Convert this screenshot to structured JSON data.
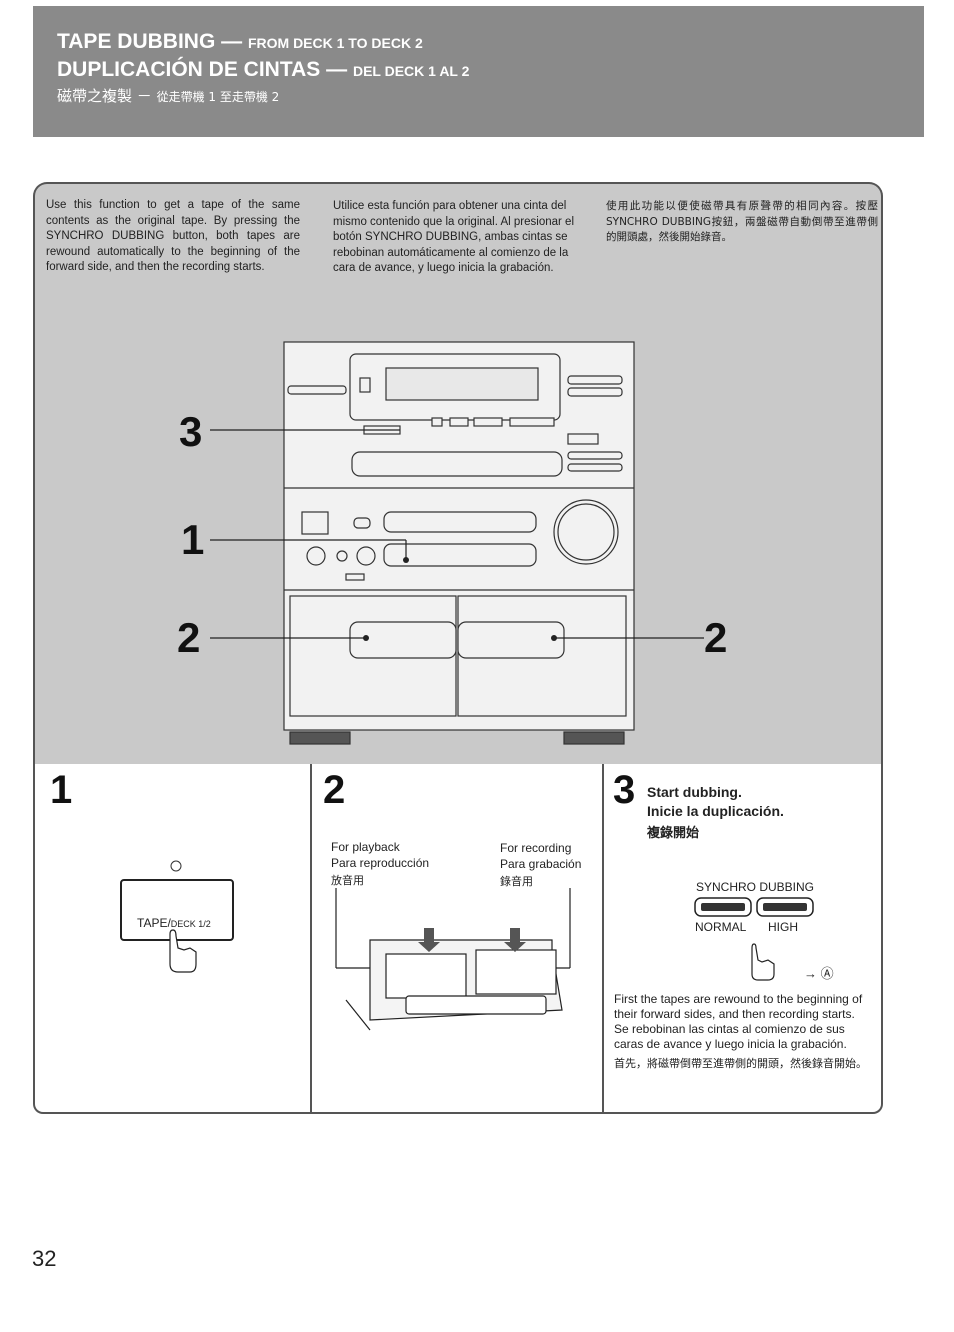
{
  "header": {
    "title_en": "TAPE DUBBING",
    "sub_en": "FROM DECK 1 TO DECK 2",
    "title_es": "DUPLICACIÓN DE CINTAS",
    "sub_es": "DEL DECK 1 AL 2",
    "title_zh": "磁帶之複製",
    "sub_zh": "從走帶機 1 至走帶機 2",
    "dash": "—",
    "dash_zh": "－"
  },
  "intro": {
    "en": "Use this function to get a tape of the same contents as the original tape. By pressing the SYNCHRO DUBBING button, both tapes are rewound automatically to the beginning of the forward side, and then the recording starts.",
    "es": "Utilice esta función para obtener una cinta del mismo contenido que la original. Al presionar el botón SYNCHRO DUBBING, ambas cintas se rebobinan automáticamente al comienzo de la cara de avance, y luego inicia la grabación.",
    "zh": "使用此功能以便使磁帶具有原聲帶的相同內容。按壓SYNCHRO DUBBING按鈕，兩盤磁帶自動倒帶至進帶側的開頭處，然後開始錄音。"
  },
  "callouts": {
    "c3": "3",
    "c1": "1",
    "c2a": "2",
    "c2b": "2"
  },
  "step1": {
    "number": "1",
    "button_label_main": "TAPE/",
    "button_label_small": "DECK 1/2"
  },
  "step2": {
    "number": "2",
    "playback_en": "For playback",
    "playback_es": "Para reproducción",
    "playback_zh": "放音用",
    "record_en": "For recording",
    "record_es": "Para grabación",
    "record_zh": "錄音用"
  },
  "step3": {
    "number": "3",
    "title_en": "Start dubbing.",
    "title_es": "Inicie la duplicación.",
    "title_zh": "複錄開始",
    "button_group": "SYNCHRO DUBBING",
    "normal": "NORMAL",
    "high": "HIGH",
    "arrow_ref": "→ Ⓐ",
    "desc_en": "First the tapes are rewound to the beginning of their forward sides, and then recording starts.",
    "desc_es": "Se rebobinan las cintas al comienzo de sus caras de avance y luego inicia la grabación.",
    "desc_zh": "首先，將磁帶倒帶至進帶側的開頭，然後錄音開始。"
  },
  "page_number": "32"
}
